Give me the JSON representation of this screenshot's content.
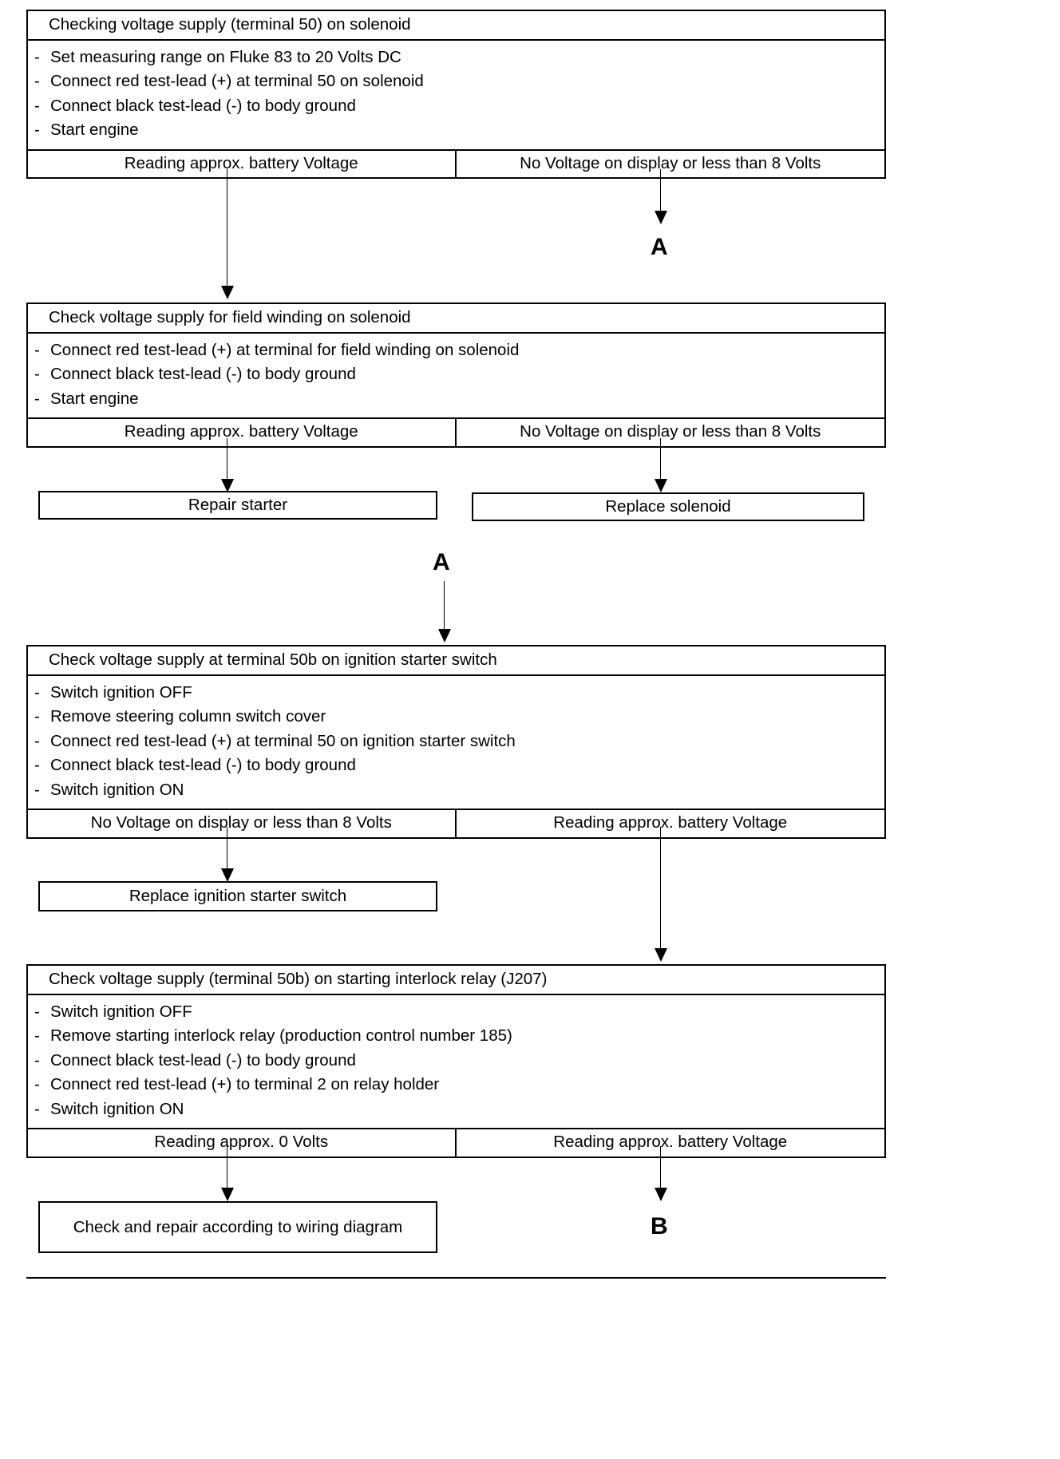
{
  "document": {
    "title": "Starter / solenoid voltage-supply test flowchart"
  },
  "blocks": [
    {
      "id": "block-1",
      "header": "Checking voltage supply (terminal 50) on solenoid",
      "steps": [
        "Set measuring range on Fluke 83 to 20 Volts DC",
        "Connect red test-lead (+) at terminal 50 on solenoid",
        "Connect black test-lead (-) to body ground",
        "Start engine"
      ],
      "outcomes": {
        "left": "Reading approx. battery Voltage",
        "right": "No Voltage on display or less than 8 Volts"
      }
    },
    {
      "id": "block-2",
      "header": "Check voltage supply for field winding on solenoid",
      "steps": [
        "Connect red test-lead (+) at terminal for field winding on solenoid",
        "Connect black test-lead (-) to body ground",
        "Start engine"
      ],
      "outcomes": {
        "left": "Reading approx. battery Voltage",
        "right": "No Voltage on display or less than 8 Volts"
      }
    },
    {
      "id": "block-3",
      "header": "Check voltage supply at terminal 50b on ignition starter switch",
      "steps": [
        "Switch ignition OFF",
        "Remove steering column switch cover",
        "Connect red test-lead (+) at terminal 50 on ignition starter switch",
        "Connect black test-lead (-) to body ground",
        "Switch ignition ON"
      ],
      "outcomes": {
        "left": "No Voltage on display or less than 8 Volts",
        "right": "Reading approx. battery Voltage"
      }
    },
    {
      "id": "block-4",
      "header": "Check voltage supply (terminal 50b) on starting interlock relay (J207)",
      "steps": [
        "Switch ignition OFF",
        "Remove starting interlock relay (production control number 185)",
        "Connect black test-lead (-) to body ground",
        "Connect red test-lead (+) to terminal 2 on relay holder",
        "Switch ignition ON"
      ],
      "outcomes": {
        "left": "Reading approx. 0 Volts",
        "right": "Reading approx. battery Voltage"
      }
    }
  ],
  "results": {
    "repair_starter": "Repair starter",
    "replace_solenoid": "Replace solenoid",
    "replace_ignition_starter_switch": "Replace ignition starter switch",
    "check_and_repair_wiring": "Check and repair according to wiring diagram"
  },
  "connector_tags": {
    "a_target": "A",
    "a_source": "A",
    "b_target": "B"
  }
}
